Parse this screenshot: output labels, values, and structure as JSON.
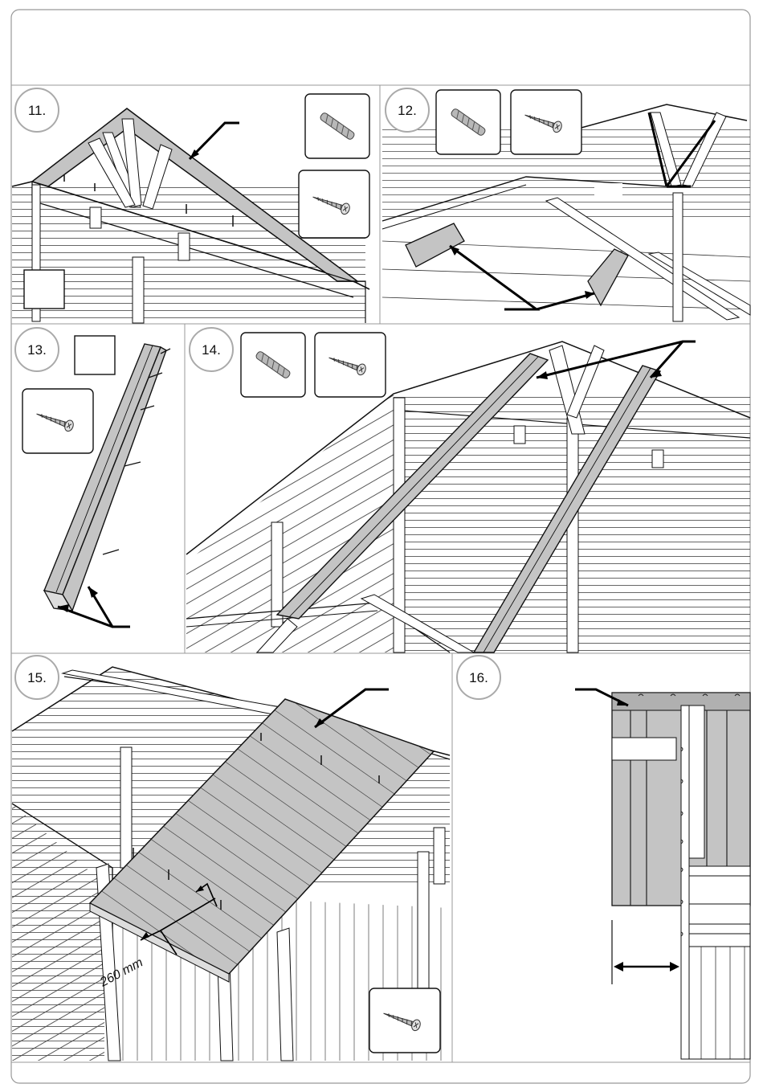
{
  "steps": [
    {
      "number": "11.",
      "parts": [
        "dowel-icon",
        "screw-icon"
      ]
    },
    {
      "number": "12.",
      "parts": [
        "dowel-icon",
        "screw-icon"
      ]
    },
    {
      "number": "13.",
      "parts": [
        "screw-icon"
      ]
    },
    {
      "number": "14.",
      "parts": [
        "dowel-icon",
        "screw-icon"
      ]
    },
    {
      "number": "15.",
      "parts": [
        "screw-icon"
      ],
      "dimension": "260 mm"
    },
    {
      "number": "16.",
      "parts": []
    }
  ],
  "colors": {
    "line": "#111111",
    "panel_fill": "#c4c4c4",
    "frame": "#888888",
    "background": "#ffffff"
  }
}
